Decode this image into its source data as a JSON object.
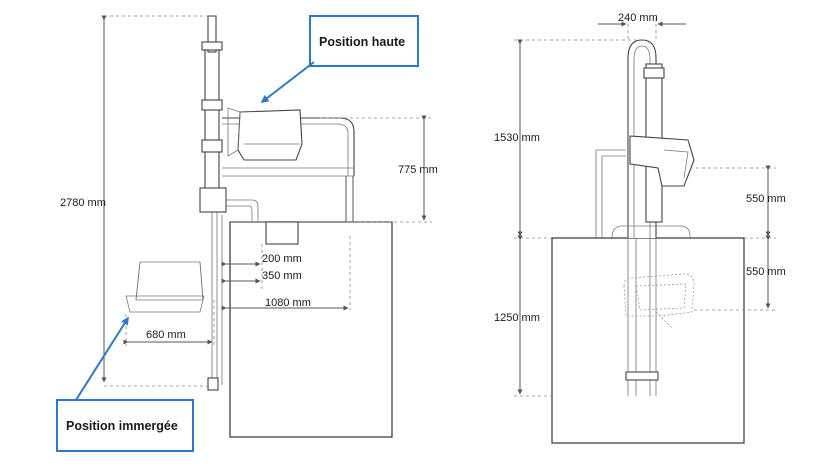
{
  "callouts": {
    "position_haute": "Position haute",
    "position_immergee": "Position immergée"
  },
  "side_view": {
    "total_height": "2780 mm",
    "height_775": "775 mm",
    "dim_200": "200 mm",
    "dim_350": "350 mm",
    "dim_1080": "1080 mm",
    "dim_680": "680 mm"
  },
  "front_view": {
    "width_240": "240 mm",
    "height_1530": "1530 mm",
    "height_1250": "1250 mm",
    "dim_550_top": "550 mm",
    "dim_550_bottom": "550 mm"
  },
  "colors": {
    "callout_blue": "#2f79c4",
    "line_grey": "#555555"
  }
}
